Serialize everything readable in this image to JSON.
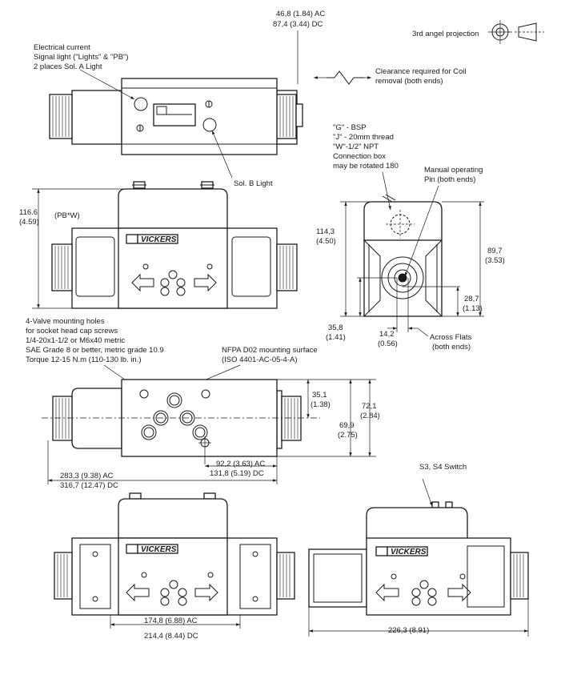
{
  "labels": {
    "projection": "3rd angel projection",
    "top_dim": [
      "46,8 (1.84) AC",
      "87,4 (3.44) DC"
    ],
    "electrical": [
      "Electrical current",
      "Signal light (\"Lights\" & \"PB\")",
      "2 places Sol. A Light"
    ],
    "clearance": [
      "Clearance required for Coil",
      "removal (both ends)"
    ],
    "sol_b": "Sol. B Light",
    "connection": [
      "\"G\" - BSP",
      "\"J\" - 20mm thread",
      "\"W\"-1/2\" NPT",
      "Connection box",
      "may be rotated 180"
    ],
    "manual": [
      "Manual operating",
      "Pin (both ends)"
    ],
    "height_116": [
      "116.6",
      "(4.59)"
    ],
    "pbw": "(PB*W)",
    "h_114": [
      "114,3",
      "(4.50)"
    ],
    "h_89": [
      "89,7",
      "(3.53)"
    ],
    "h_28": [
      "28,7",
      "(1.13)"
    ],
    "h_35_8": [
      "35,8",
      "(1.41)"
    ],
    "w_14": [
      "14,2",
      "(0.56)"
    ],
    "across_flats": [
      "Across Flats",
      "(both ends)"
    ],
    "mounting_holes": [
      "4-Valve mounting holes",
      "for socket head cap screws",
      "1/4-20x1-1/2 or M6x40 metric",
      "SAE Grade 8 or better, metric grade 10.9",
      "Torque 12-15 N.m (110-130 lb. in.)"
    ],
    "nfpa": [
      "NFPA D02 mounting surface",
      "(ISO 4401-AC-05-4-A)"
    ],
    "h_35_1": [
      "35,1",
      "(1.38)"
    ],
    "h_72": [
      "72,1",
      "(2.84)"
    ],
    "h_69": [
      "69,9",
      "(2.75)"
    ],
    "w_92": [
      "92,2 (3.63) AC",
      "131,8 (5.19) DC"
    ],
    "w_283": [
      "283,3 (9.38) AC",
      "316,7 (12.47) DC"
    ],
    "s3s4": "S3, S4 Switch",
    "w_174": [
      "174,8 (6.88) AC",
      "214,4 (8.44) DC"
    ],
    "w_226": "226,3 (8.91)",
    "brand": "VICKERS"
  }
}
